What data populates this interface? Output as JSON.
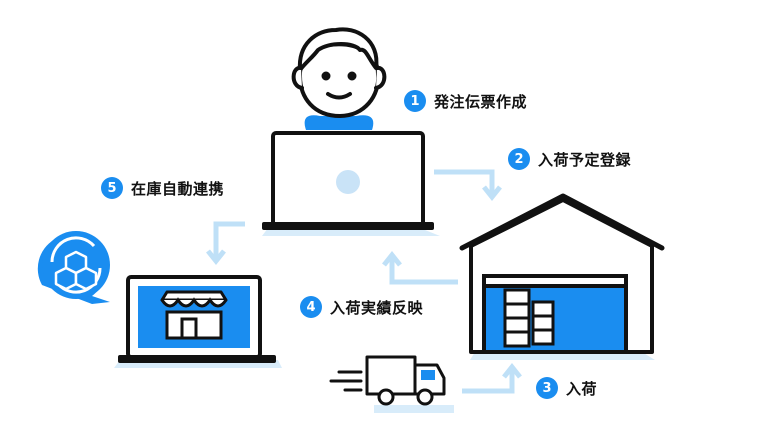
{
  "colors": {
    "accent": "#1a8df0",
    "light_blue": "#c9e3f7",
    "arrow": "#bfe0f7",
    "outline": "#111111"
  },
  "icons": [
    "person-icon",
    "laptop-icon",
    "warehouse-icon",
    "storefront-laptop-icon",
    "sync-boxes-icon",
    "delivery-truck-icon"
  ],
  "steps": [
    {
      "number": "1",
      "label": "発注伝票作成"
    },
    {
      "number": "2",
      "label": "入荷予定登録"
    },
    {
      "number": "3",
      "label": "入荷"
    },
    {
      "number": "4",
      "label": "入荷実績反映"
    },
    {
      "number": "5",
      "label": "在庫自動連携"
    }
  ]
}
